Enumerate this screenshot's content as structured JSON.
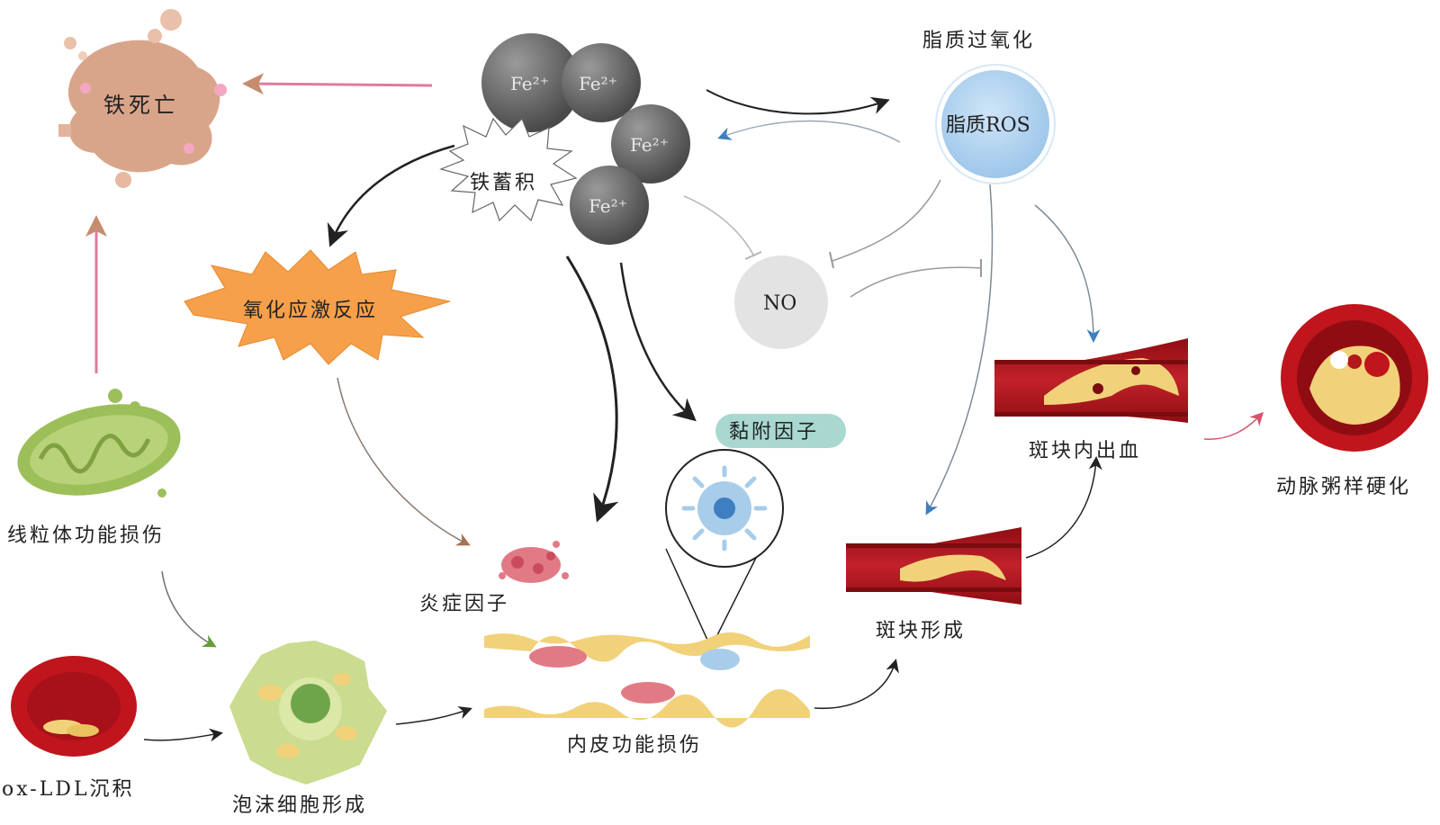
{
  "colors": {
    "iron_ball": "#6d6d6d",
    "ferroptosis_blob": "#d9a58a",
    "ros_circle": "#b9d8f2",
    "no_circle": "#e3e3e3",
    "oxidative_star": "#f6a04b",
    "vessel_red": "#b3161c",
    "plaque_yellow": "#f1d27a",
    "adhesion_pill": "#a8d8cf",
    "arrow_black": "#222222",
    "arrow_pink": "#e05a8a",
    "arrow_brown": "#b07a55",
    "arrow_blue": "#3d7fc0",
    "arrow_green": "#6a9b3a"
  },
  "nodes": {
    "ferroptosis": "铁死亡",
    "iron_ion": "Fe²⁺",
    "iron_accumulation": "铁蓄积",
    "lipid_peroxidation": "脂质过氧化",
    "lipid_ros": "脂质ROS",
    "no": "NO",
    "oxidative_stress": "氧化应激反应",
    "adhesion_factor": "黏附因子",
    "mitochondrial_damage": "线粒体功能损伤",
    "inflammatory_factor": "炎症因子",
    "endothelial_damage": "内皮功能损伤",
    "plaque_formation": "斑块形成",
    "plaque_hemorrhage": "斑块内出血",
    "atherosclerosis": "动脉粥样硬化",
    "oxldl_deposition": "ox-LDL沉积",
    "foam_cell": "泡沫细胞形成"
  },
  "icons": [
    "ferroptotic-cell-icon",
    "iron-ion-icon",
    "mitochondrion-icon",
    "macrophage-icon",
    "red-blood-cell-icon",
    "foam-cell-icon",
    "blood-vessel-icon",
    "artery-cross-section-icon",
    "inflammatory-cell-icon"
  ]
}
